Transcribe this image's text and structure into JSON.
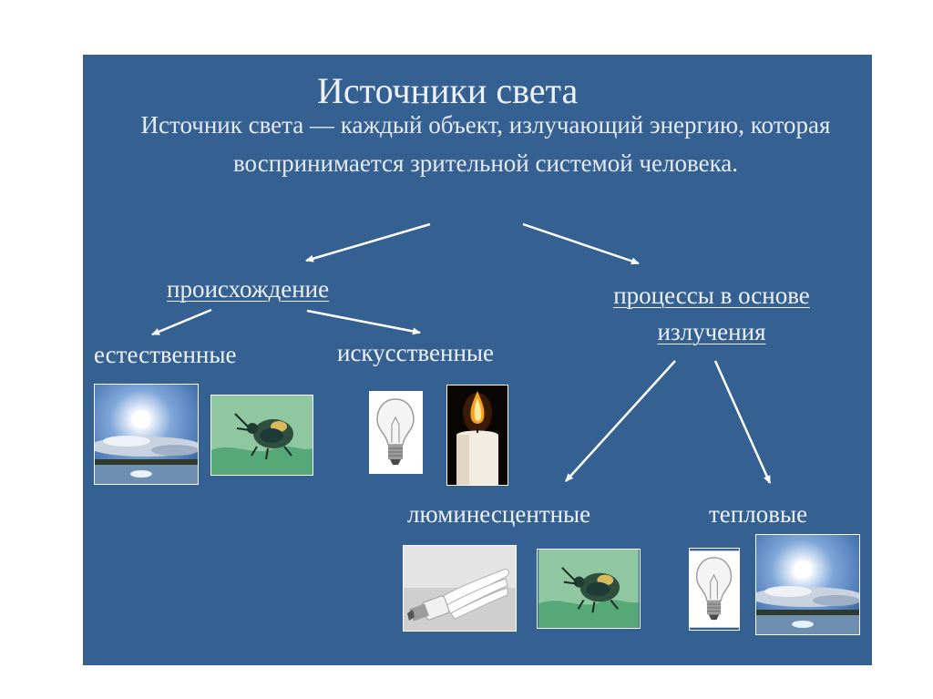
{
  "slide": {
    "title": "Источники света",
    "definition": "Источник света — каждый объект, излучающий энергию, которая воспринимается зрительной системой человека.",
    "branch_left": {
      "label": "происхождение"
    },
    "branch_right": {
      "label": "процессы в основе излучения"
    },
    "categories": {
      "natural": "естественные",
      "artificial": "искусственные",
      "luminescent": "люминесцентные",
      "thermal": "тепловые"
    },
    "pictures": [
      "sun-over-lake-photo",
      "firefly-beetle-photo",
      "incandescent-bulb-photo",
      "candle-flame-photo",
      "fluorescent-lamp-photo",
      "firefly-beetle-photo",
      "incandescent-bulb-photo",
      "sun-over-lake-photo"
    ],
    "colors": {
      "background": "#346192",
      "text": "#edf1f6",
      "arrows": "#ffffff"
    }
  }
}
